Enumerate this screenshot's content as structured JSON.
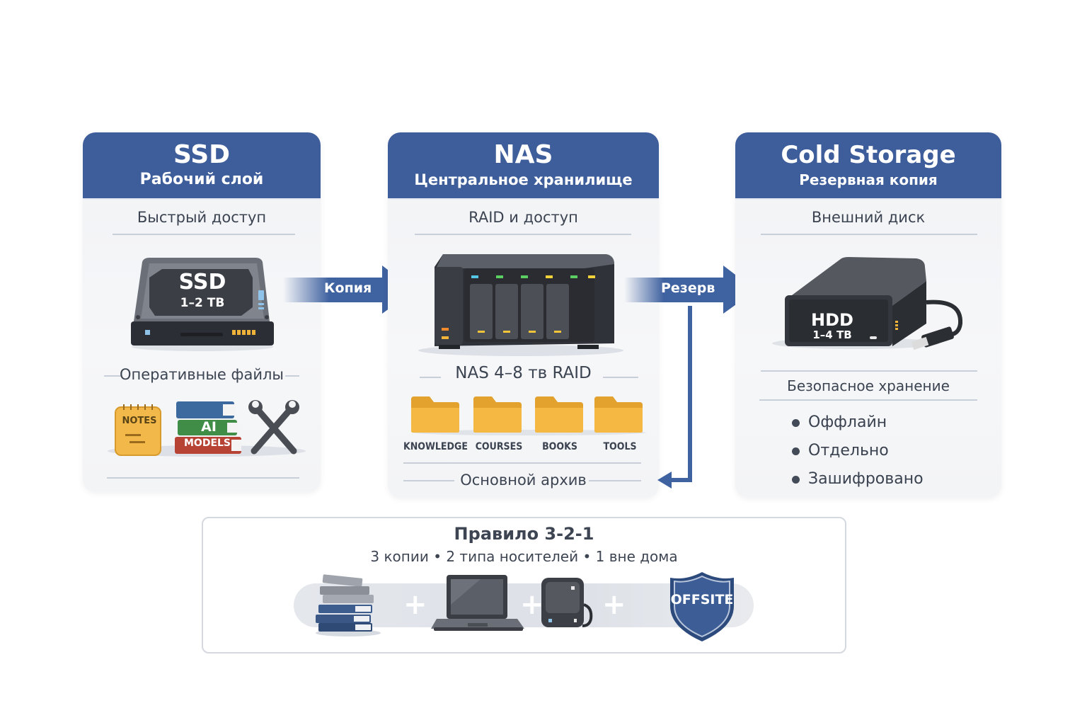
{
  "cards": {
    "ssd": {
      "title": "SSD",
      "subtitle": "Рабочий слой",
      "caption": "Быстрый доступ",
      "device_label": "SSD",
      "device_capacity": "1–2 TB",
      "section_label": "Оперативные файлы",
      "items": [
        {
          "icon": "notepad-icon",
          "label": "NOTES"
        },
        {
          "icon": "books-icon",
          "label_top": "AI",
          "label_bottom": "MODELS"
        },
        {
          "icon": "tools-icon",
          "label": ""
        }
      ]
    },
    "nas": {
      "title": "NAS",
      "subtitle": "Центральное хранилище",
      "caption": "RAID и доступ",
      "section_label": "NAS 4–8 тв RAID",
      "folders": [
        "KNOWLEDGE",
        "COURSES",
        "BOOKS",
        "TOOLS"
      ],
      "footer_label": "Основной архив"
    },
    "cold": {
      "title": "Cold Storage",
      "subtitle": "Резервная копия",
      "caption": "Внешний диск",
      "device_label": "HDD",
      "device_capacity": "1–4 TB",
      "section_label": "Безопасное хранение",
      "bullets": [
        "Оффлайн",
        "Отдельно",
        "Зашифровано"
      ]
    }
  },
  "arrows": {
    "copy": "Копия",
    "backup": "Резерв"
  },
  "rule": {
    "title": "Правило 3-2-1",
    "subtitle": "3 копии • 2 типа носителей • 1 вне дома",
    "shield_label": "OFFSITE",
    "plus": "+"
  },
  "colors": {
    "header_blue": "#3d5d9b",
    "arrow_blue": "#3f62a0",
    "folder_yellow": "#f2b53a",
    "device_dark": "#3a3d44"
  }
}
